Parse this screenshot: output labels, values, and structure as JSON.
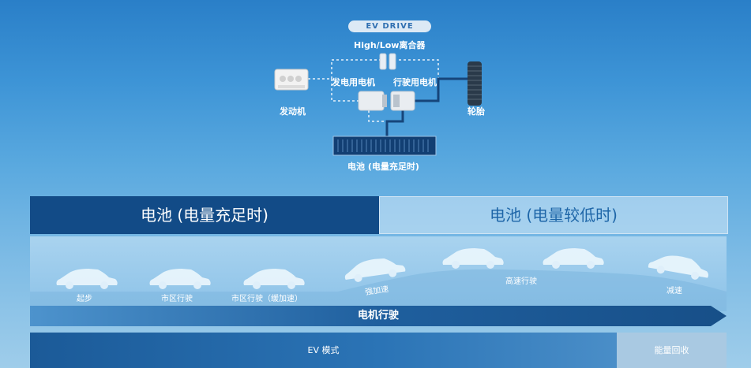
{
  "diagram": {
    "badge": "EV DRIVE",
    "clutch_label": "High/Low离合器",
    "engine_label": "发动机",
    "generator_label": "发电用电机",
    "drive_motor_label": "行驶用电机",
    "tire_label": "轮胎",
    "battery_label": "电池 (电量充足时)"
  },
  "bands": {
    "full": "电池 (电量充足时)",
    "low": "电池 (电量较低时)"
  },
  "scenes": [
    {
      "label": "起步"
    },
    {
      "label": "市区行驶"
    },
    {
      "label": "市区行驶（缓加速）"
    },
    {
      "label": "强加速"
    },
    {
      "label": "高速行驶"
    },
    {
      "label": "减速"
    }
  ],
  "arrow_label": "电机行驶",
  "modes": {
    "ev": "EV 模式",
    "regen": "能量回收"
  }
}
